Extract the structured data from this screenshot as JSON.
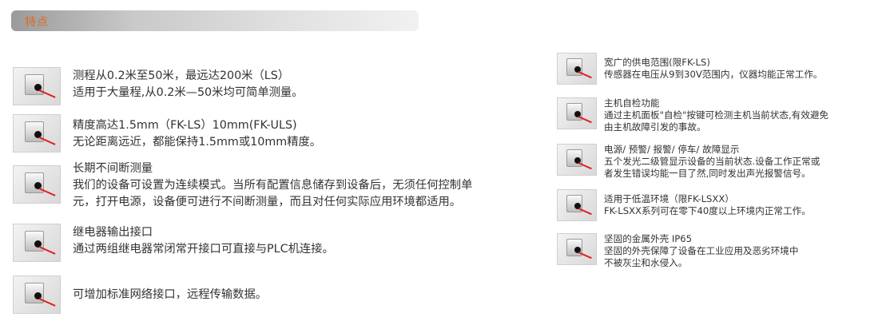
{
  "header": {
    "title": "特点"
  },
  "left_items": [
    {
      "lines": [
        "测程从0.2米至50米，最远达200米（LS）",
        "适用于大量程,从0.2米—50米均可简单测量。"
      ]
    },
    {
      "lines": [
        "精度高达1.5mm（FK-LS）10mm(FK-ULS)",
        "无论距离远近，都能保持1.5mm或10mm精度。"
      ]
    },
    {
      "lines": [
        "长期不间断测量",
        "我们的设备可设置为连续模式。当所有配置信息储存到设备后，无须任何控制单",
        "元，打开电源，设备便可进行不间断测量，而且对任何实际应用环境都适用。"
      ]
    },
    {
      "lines": [
        "继电器输出接口",
        "通过两组继电器常闭常开接口可直接与PLC机连接。"
      ]
    },
    {
      "lines": [
        "可增加标准网络接口，远程传输数据。"
      ]
    }
  ],
  "right_items": [
    {
      "lines": [
        "宽广的供电范围(限FK-LS)",
        "传感器在电压从9到30V范围内，仪器均能正常工作。"
      ]
    },
    {
      "lines": [
        "主机自检功能",
        "通过主机面板\"自检\"按键可检测主机当前状态,有效避免",
        "由主机故障引发的事故。"
      ]
    },
    {
      "lines": [
        "电源/ 预警/ 报警/ 停车/ 故障显示",
        "五个发光二级管显示设备的当前状态.设备工作正常或",
        "者发生错误均能一目了然,同时发出声光报警信号。"
      ]
    },
    {
      "lines": [
        "适用于低温环境（限FK-LSXX）",
        "FK-LSXX系列可在零下40度以上环境内正常工作。"
      ]
    },
    {
      "lines": [
        "坚固的金属外壳 IP65",
        "坚固的外壳保障了设备在工业应用及恶劣环境中",
        "不被灰尘和水侵入。"
      ]
    }
  ],
  "colors": {
    "accent": "#e36a1d",
    "beam": "#e02020"
  },
  "icons": {
    "feature_thumb": "laser-sensor-icon"
  }
}
